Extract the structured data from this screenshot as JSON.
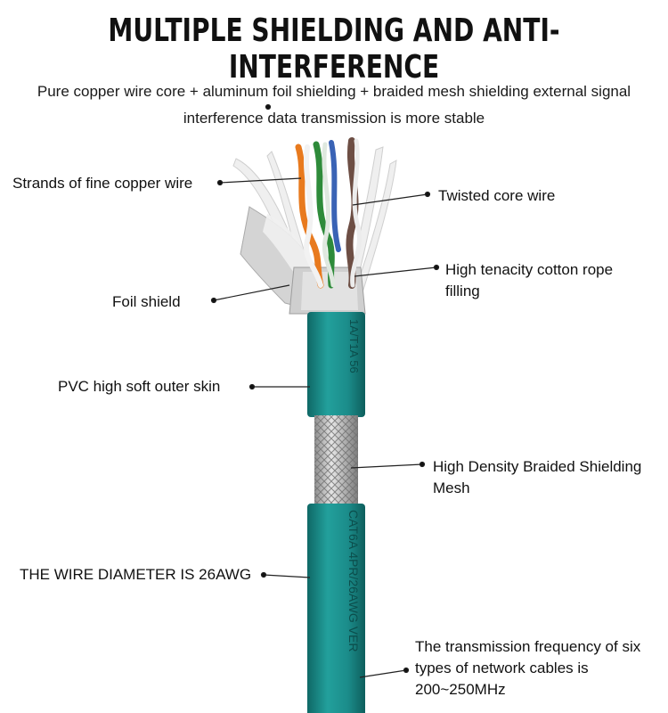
{
  "header": {
    "title": "MULTIPLE SHIELDING AND ANTI-INTERFERENCE",
    "subtitle_line1": "Pure copper wire core + aluminum foil shielding + braided mesh shielding external signal",
    "subtitle_line2": "interference data transmission is more stable"
  },
  "callouts": {
    "strands": "Strands of fine copper wire",
    "twisted": "Twisted core wire",
    "cotton_line1": "High tenacity cotton rope",
    "cotton_line2": "filling",
    "foil": "Foil shield",
    "pvc": "PVC high soft outer skin",
    "braided_line1": "High Density Braided Shielding",
    "braided_line2": "Mesh",
    "diameter": "THE WIRE DIAMETER IS 26AWG",
    "freq_line1": "The transmission frequency of six",
    "freq_line2": "types of network cables is",
    "freq_line3": "200~250MHz"
  },
  "cable_print": {
    "upper": "1A/T1A 56",
    "lower": "CAT6A 4PR/26AWG VER"
  },
  "colors": {
    "jacket": "#1b8c8a",
    "jacket_dark": "#12706e",
    "braid": "#b9b9b9",
    "foil": "#d9d9d9"
  }
}
